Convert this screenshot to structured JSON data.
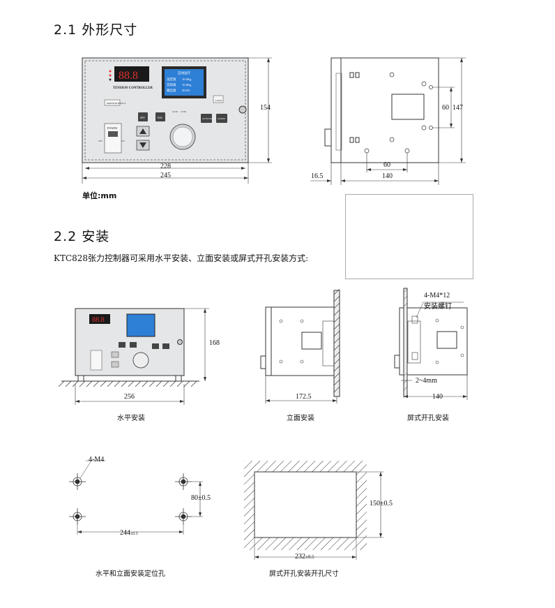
{
  "sections": [
    {
      "heading": "2.1 外形尺寸"
    },
    {
      "heading": "2.2 安装"
    }
  ],
  "unit_label": "单位:mm",
  "intro": {
    "prefix": "KTC828张力控制器可采用",
    "opt1": "水平安装",
    "sep1": "、",
    "opt2": "立面安装",
    "sep2": "或",
    "opt3": "屏式开孔安装",
    "suffix": "方式:"
  },
  "front_view": {
    "panel": {
      "display_title": "自动运行",
      "rows": [
        {
          "label": "设定值",
          "value": "10.0Kg"
        },
        {
          "label": "实际值",
          "value": "10.0Kg"
        },
        {
          "label": "输出值",
          "value": "50.0%"
        }
      ],
      "brand": "TENSION CONTROLLER",
      "monitor_select": "MONITOR SELECT",
      "lock": "LOCK",
      "power": "POWER",
      "off": "OFF",
      "on": "ON",
      "set": "SET",
      "esc": "ESC",
      "alm": "ALM",
      "com": "COM",
      "auto_man": "AUTO MAN",
      "guide": "GUIDE"
    },
    "dims": {
      "height": "154",
      "inner_width": "228",
      "outer_width": "245"
    }
  },
  "side_view": {
    "dims": {
      "h1": "147",
      "h2": "60",
      "w1": "60",
      "depth": "140",
      "front": "16.5"
    }
  },
  "horizontal_install": {
    "width": "256",
    "height": "168",
    "caption": "水平安装"
  },
  "vertical_install": {
    "depth": "172.5",
    "caption": "立面安装"
  },
  "panel_install": {
    "screw": "4-M4*12",
    "screw_label": "安装螺钉",
    "gap": "2~4mm",
    "depth": "140",
    "caption": "屏式开孔安装"
  },
  "mount_holes": {
    "label": "4-M4",
    "width": "244",
    "width_tol": "±0.5",
    "height": "80±0.5",
    "caption": "水平和立面安装定位孔"
  },
  "panel_cutout": {
    "width": "232",
    "width_tol": "±0.5",
    "height": "150±0.5",
    "caption": "屏式开孔安装开孔尺寸"
  }
}
